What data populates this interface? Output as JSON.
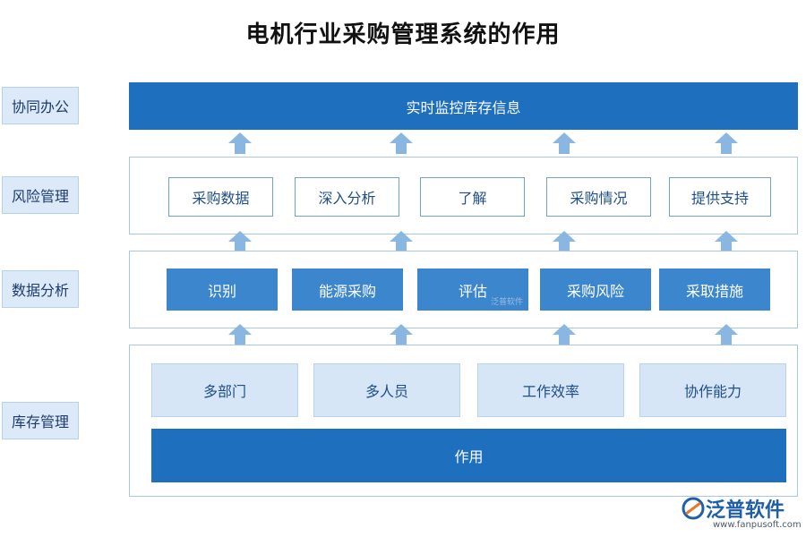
{
  "title": "电机行业采购管理系统的作用",
  "side_labels": [
    "协同办公",
    "风险管理",
    "数据分析",
    "库存管理"
  ],
  "top_bar": "实时监控库存信息",
  "row_outline": [
    "采购数据",
    "深入分析",
    "了解",
    "采购情况",
    "提供支持"
  ],
  "row_filled": [
    "识别",
    "能源采购",
    "评估",
    "采购风险",
    "采取措施"
  ],
  "row_light": [
    "多部门",
    "多人员",
    "工作效率",
    "协作能力"
  ],
  "bottom_bar": "作用",
  "logo": {
    "name": "泛普软件",
    "url": "www.fanpusoft.com"
  },
  "watermark": "泛普软件",
  "colors": {
    "primary": "#1f6fbf",
    "secondary": "#3b86cc",
    "light": "#d6e6f7",
    "arrow": "#8ab7e2"
  }
}
